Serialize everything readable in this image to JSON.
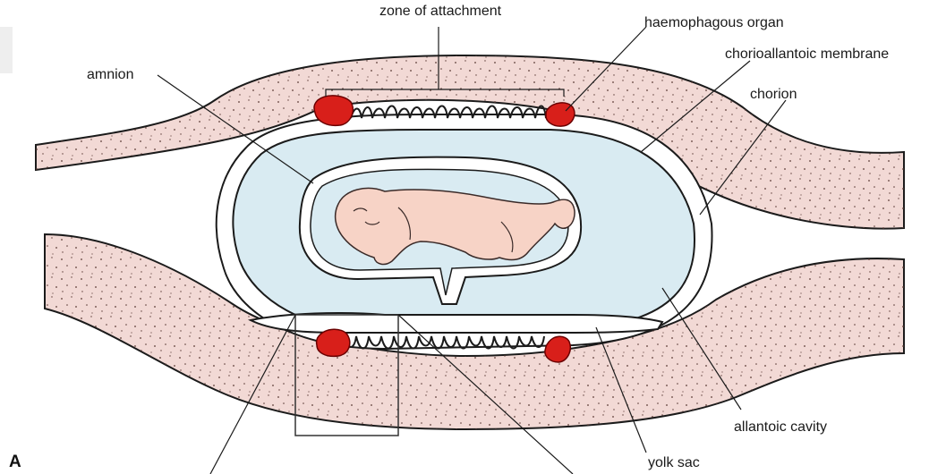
{
  "figure": {
    "panel_letter": "A",
    "labels": {
      "zone_of_attachment": "zone of attachment",
      "haemophagous_organ": "haemophagous organ",
      "chorioallantoic_membrane": "chorioallantoic membrane",
      "chorion": "chorion",
      "amnion": "amnion",
      "allantoic_cavity": "allantoic cavity",
      "yolk_sac": "yolk sac"
    }
  },
  "colors": {
    "uterine_tissue": "#f2d9d5",
    "fluid": "#d9ebf2",
    "haemophagous": "#d81f1a",
    "fetus": "#f7d3c6",
    "outline": "#1b1b1b"
  }
}
